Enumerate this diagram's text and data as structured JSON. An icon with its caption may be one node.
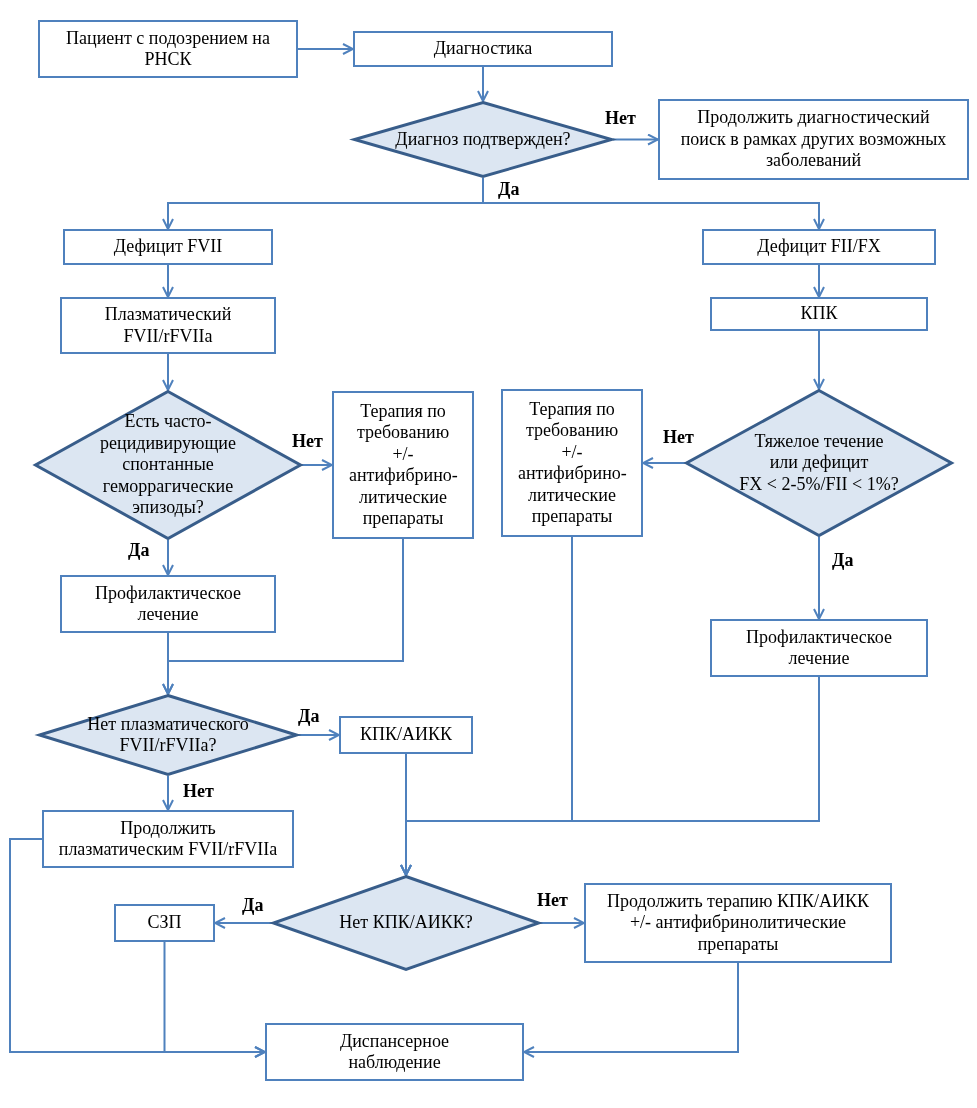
{
  "diagram": {
    "nodes": [
      {
        "text": [
          "Пациент с подозрением на РНСК"
        ]
      },
      {
        "text": [
          "Диагностика"
        ]
      },
      {
        "text": [
          "Диагноз подтвержден?"
        ]
      },
      {
        "text": [
          "Продолжить диагностический поиск в рамках других возможных заболеваний"
        ]
      },
      {
        "text": [
          "Дефицит FVII"
        ]
      },
      {
        "text": [
          "Дефицит FII/FX"
        ]
      },
      {
        "text": [
          "Плазматический FVII/rFVIIa"
        ]
      },
      {
        "text": [
          "КПК"
        ]
      },
      {
        "text": [
          "Есть часто-рецидивирующие спонтанные геморрагические эпизоды?"
        ]
      },
      {
        "text": [
          "Терапия по требованию +/- антифибрино-литические препараты"
        ]
      },
      {
        "text": [
          "Терапия по требованию +/- антифибрино-литические препараты"
        ]
      },
      {
        "text": [
          "Тяжелое течение или дефицит FX < 2-5%/FII < 1%?"
        ]
      },
      {
        "text": [
          "Профилактическое лечение"
        ]
      },
      {
        "text": [
          "Профилактическое лечение"
        ]
      },
      {
        "text": [
          "Нет плазматического FVII/rFVIIa?"
        ]
      },
      {
        "text": [
          "КПК/АИКК"
        ]
      },
      {
        "text": [
          "Продолжить плазматическим FVII/rFVIIa"
        ]
      },
      {
        "text": [
          "СЗП"
        ]
      },
      {
        "text": [
          "Нет КПК/АИКК?"
        ]
      },
      {
        "text": [
          "Продолжить терапию КПК/АИКК +/- антифибринолитические препараты"
        ]
      },
      {
        "text": [
          "Диспансерное наблюдение"
        ]
      }
    ],
    "edges": [
      {
        "from": 0,
        "to": 1,
        "arrow": "to"
      },
      {
        "from": 1,
        "to": 2,
        "arrow": "to"
      },
      {
        "from": 2,
        "to": 3,
        "arrow": "to",
        "label": "Нет"
      },
      {
        "from": 2,
        "to": 4,
        "arrow": "to",
        "label": "Да"
      },
      {
        "from": 2,
        "to": 5,
        "arrow": "to"
      },
      {
        "from": 4,
        "to": 6,
        "arrow": "to"
      },
      {
        "from": 6,
        "to": 8,
        "arrow": "to"
      },
      {
        "from": 8,
        "to": 9,
        "arrow": "to",
        "label": "Нет"
      },
      {
        "from": 8,
        "to": 12,
        "arrow": "to",
        "label": "Да"
      },
      {
        "from": 5,
        "to": 7,
        "arrow": "to"
      },
      {
        "from": 7,
        "to": 11,
        "arrow": "to"
      },
      {
        "from": 11,
        "to": 10,
        "arrow": "to",
        "label": "Нет"
      },
      {
        "from": 11,
        "to": 13,
        "arrow": "to",
        "label": "Да"
      },
      {
        "from": 12,
        "to": 14,
        "arrow": "to"
      },
      {
        "from": 9,
        "to": 14,
        "arrow": "to"
      },
      {
        "from": 14,
        "to": 15,
        "arrow": "to",
        "label": "Да"
      },
      {
        "from": 14,
        "to": 16,
        "arrow": "to",
        "label": "Нет"
      },
      {
        "from": 15,
        "to": 18,
        "arrow": "to"
      },
      {
        "from": 10,
        "to": 18,
        "arrow": "to"
      },
      {
        "from": 13,
        "to": 18,
        "arrow": "to"
      },
      {
        "from": 18,
        "to": 17,
        "arrow": "to",
        "label": "Да"
      },
      {
        "from": 18,
        "to": 19,
        "arrow": "to",
        "label": "Нет"
      },
      {
        "from": 16,
        "to": 20,
        "arrow": "to"
      },
      {
        "from": 17,
        "to": 20,
        "arrow": "to"
      },
      {
        "from": 19,
        "to": 20,
        "arrow": "to"
      }
    ]
  }
}
